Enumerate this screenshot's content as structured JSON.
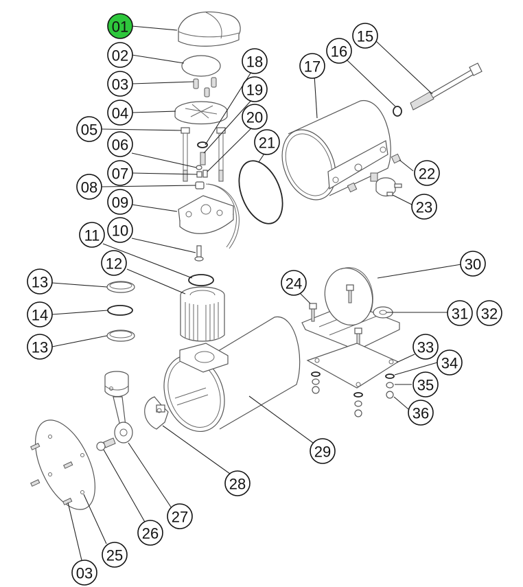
{
  "diagram": {
    "type": "exploded-parts-diagram",
    "highlight_color": "#2ec73c",
    "highlighted_callout": "01",
    "callouts": [
      {
        "id": "c01",
        "label": "01",
        "part": "top cover"
      },
      {
        "id": "c02",
        "label": "02",
        "part": "filter disc"
      },
      {
        "id": "c03a",
        "label": "03",
        "part": "screws (top)"
      },
      {
        "id": "c04",
        "label": "04",
        "part": "filter housing"
      },
      {
        "id": "c05",
        "label": "05",
        "part": "long bolts"
      },
      {
        "id": "c06",
        "label": "06",
        "part": "small washer"
      },
      {
        "id": "c07",
        "label": "07",
        "part": "valve insert"
      },
      {
        "id": "c08",
        "label": "08",
        "part": "fitting"
      },
      {
        "id": "c09",
        "label": "09",
        "part": "cylinder head"
      },
      {
        "id": "c10",
        "label": "10",
        "part": "pin"
      },
      {
        "id": "c11",
        "label": "11",
        "part": "o-ring (head)"
      },
      {
        "id": "c12",
        "label": "12",
        "part": "cylinder"
      },
      {
        "id": "c13a",
        "label": "13",
        "part": "piston ring (upper)"
      },
      {
        "id": "c14",
        "label": "14",
        "part": "o-ring (piston)"
      },
      {
        "id": "c13b",
        "label": "13",
        "part": "piston ring (lower)"
      },
      {
        "id": "c15",
        "label": "15",
        "part": "through bolt"
      },
      {
        "id": "c16",
        "label": "16",
        "part": "washer"
      },
      {
        "id": "c17",
        "label": "17",
        "part": "motor housing"
      },
      {
        "id": "c18",
        "label": "18",
        "part": "valve seal"
      },
      {
        "id": "c19",
        "label": "19",
        "part": "spring"
      },
      {
        "id": "c20",
        "label": "20",
        "part": "valve stem"
      },
      {
        "id": "c21",
        "label": "21",
        "part": "housing gasket"
      },
      {
        "id": "c22",
        "label": "22",
        "part": "set screw"
      },
      {
        "id": "c23",
        "label": "23",
        "part": "thermal switch"
      },
      {
        "id": "c24",
        "label": "24",
        "part": "mount bolt"
      },
      {
        "id": "c25",
        "label": "25",
        "part": "end cover"
      },
      {
        "id": "c26",
        "label": "26",
        "part": "cap screw"
      },
      {
        "id": "c27",
        "label": "27",
        "part": "connecting rod"
      },
      {
        "id": "c28",
        "label": "28",
        "part": "counterweight"
      },
      {
        "id": "c29",
        "label": "29",
        "part": "crankcase"
      },
      {
        "id": "c30",
        "label": "30",
        "part": "mounting clamp"
      },
      {
        "id": "c31",
        "label": "31",
        "part": "clamp fastener"
      },
      {
        "id": "c32",
        "label": "32",
        "part": "clamp fastener alt"
      },
      {
        "id": "c33",
        "label": "33",
        "part": "base plate"
      },
      {
        "id": "c34",
        "label": "34",
        "part": "flat washer"
      },
      {
        "id": "c35",
        "label": "35",
        "part": "lock washer"
      },
      {
        "id": "c36",
        "label": "36",
        "part": "nut"
      },
      {
        "id": "c03b",
        "label": "03",
        "part": "screws (end cover)"
      }
    ]
  }
}
